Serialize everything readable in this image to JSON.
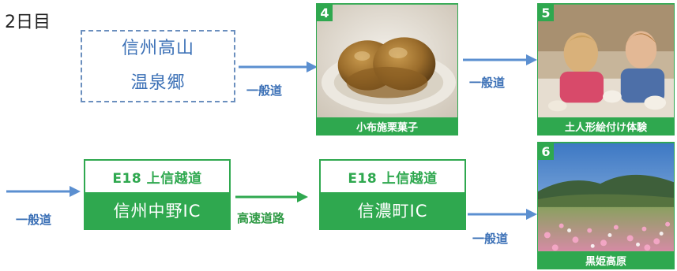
{
  "day_label": "2日目",
  "start_point": {
    "line1": "信州高山",
    "line2": "温泉郷"
  },
  "road_labels": {
    "general_1": "一般道",
    "general_2": "一般道",
    "general_3": "一般道",
    "general_4": "一般道",
    "expressway": "高速道路"
  },
  "interchanges": [
    {
      "route": "E18 上信越道",
      "name": "信州中野IC"
    },
    {
      "route": "E18 上信越道",
      "name": "信濃町IC"
    }
  ],
  "stops": [
    {
      "number": "4",
      "caption": "小布施栗菓子",
      "icon": "chestnut-sweets-photo"
    },
    {
      "number": "5",
      "caption": "土人形絵付け体験",
      "icon": "clay-doll-painting-photo"
    },
    {
      "number": "6",
      "caption": "黒姫高原",
      "icon": "cosmos-field-photo"
    }
  ],
  "colors": {
    "blue": "#3b70b6",
    "arrow_blue": "#5b8fd0",
    "green": "#2fa84f"
  }
}
